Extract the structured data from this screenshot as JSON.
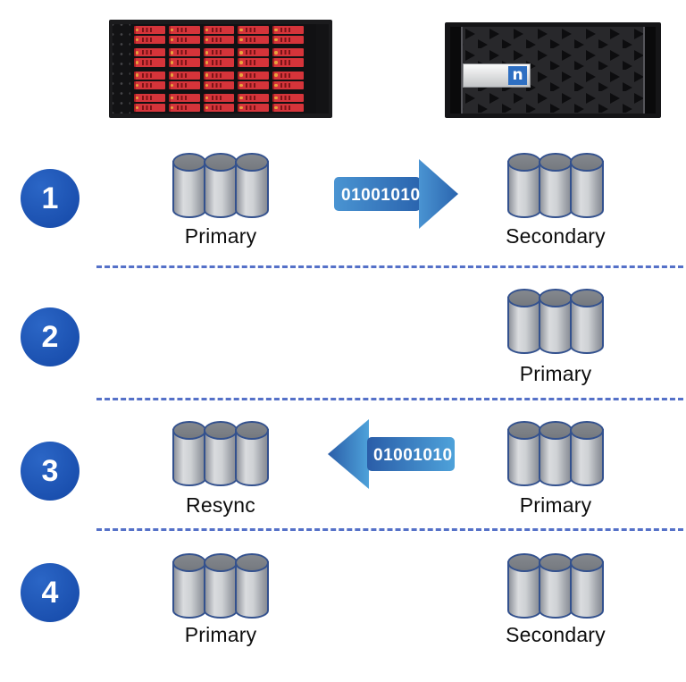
{
  "devices": {
    "disk_shelf": {
      "icon": "disk-shelf-icon"
    },
    "controller": {
      "icon": "netapp-array-icon",
      "logo_letter": "n"
    }
  },
  "steps": [
    {
      "number": "1",
      "left_label": "Primary",
      "right_label": "Secondary",
      "arrow": {
        "direction": "right",
        "label": "01001010"
      }
    },
    {
      "number": "2",
      "right_label": "Primary"
    },
    {
      "number": "3",
      "left_label": "Resync",
      "right_label": "Primary",
      "arrow": {
        "direction": "left",
        "label": "01001010"
      }
    },
    {
      "number": "4",
      "left_label": "Primary",
      "right_label": "Secondary"
    }
  ],
  "colors": {
    "badge_blue": "#1d55b5",
    "divider_blue": "#5571c8",
    "arrow_blue_dark": "#2a64ae",
    "arrow_blue_light": "#4a94d2",
    "drive_red": "#d5343a",
    "logo_blue": "#2e6fc2",
    "cylinder_outline": "#33518e"
  }
}
